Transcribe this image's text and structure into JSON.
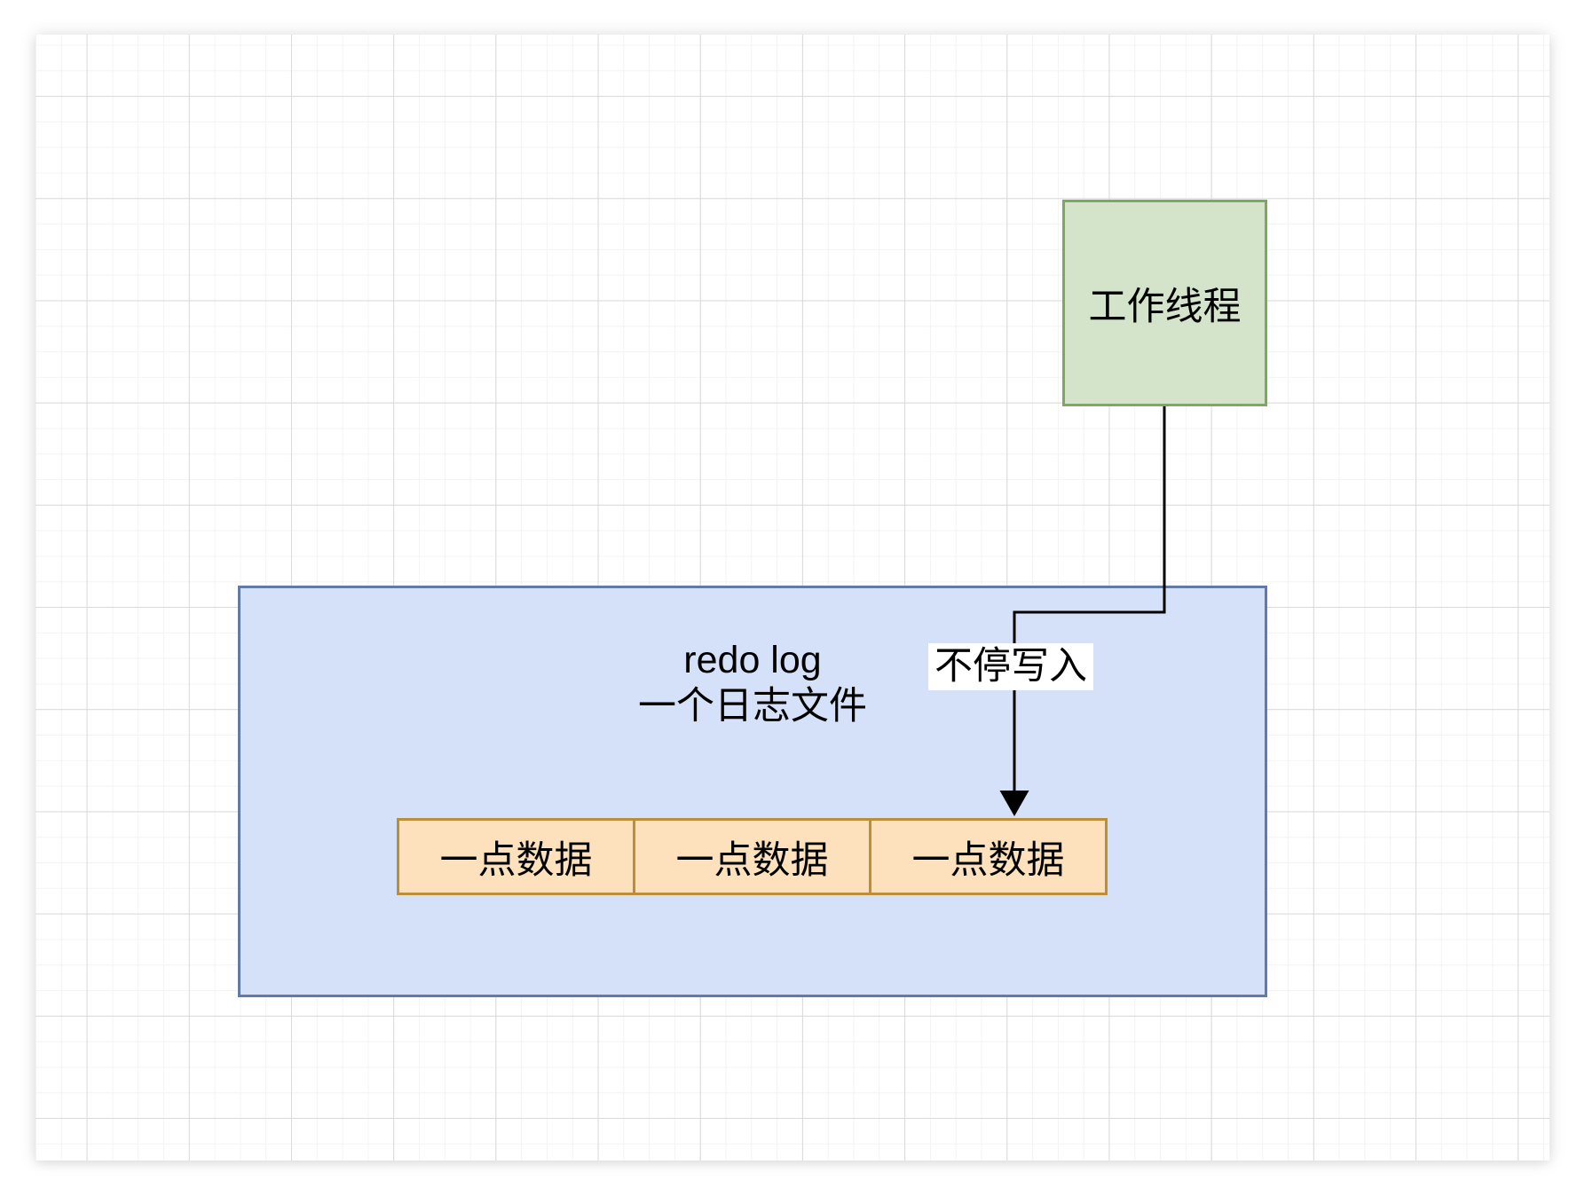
{
  "diagram": {
    "nodes": {
      "worker_thread": {
        "label": "工作线程",
        "fill": "#d3e4ca",
        "stroke": "#7da85f"
      },
      "redo_log": {
        "label_line1": "redo log",
        "label_line2": "一个日志文件",
        "fill": "#d4e1f8",
        "stroke": "#5f7ba6"
      },
      "data_cells": {
        "labels": [
          "一点数据",
          "一点数据",
          "一点数据"
        ],
        "fill": "#fde1bd",
        "stroke": "#bd8e37"
      }
    },
    "edge": {
      "label": "不停写入",
      "color": "#000000"
    },
    "canvas": {
      "grid_minor_color": "#f3f3f3",
      "grid_major_color": "#d9d9d9",
      "background": "#ffffff"
    }
  }
}
